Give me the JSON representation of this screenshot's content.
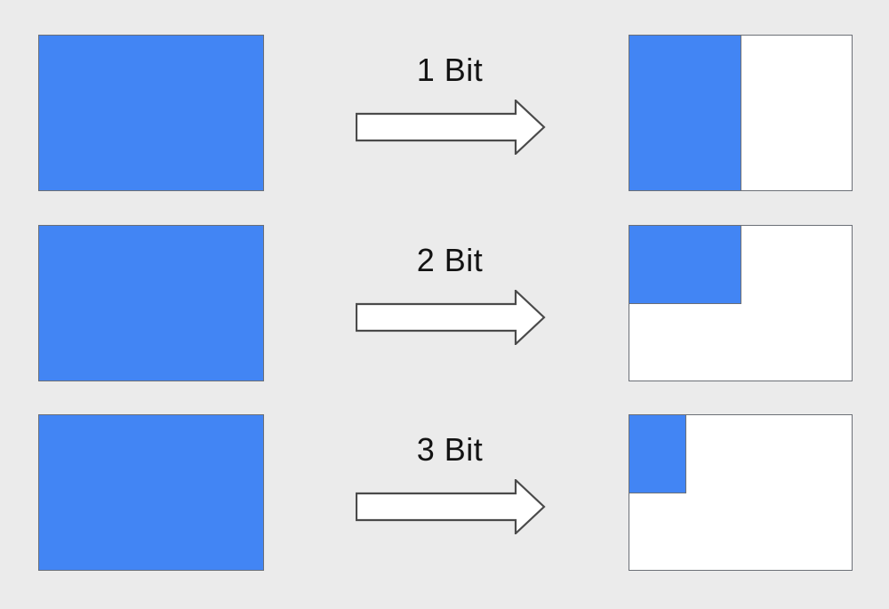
{
  "figure": {
    "background_color": "#ebebeb",
    "blue_color": "#4285f4",
    "outline_color": "#6b6f76",
    "white_color": "#ffffff"
  },
  "rows": [
    {
      "label": "1 Bit",
      "arrow_icon": "right-block-arrow-icon",
      "source": {
        "fill_fraction": "1",
        "color": "#4285f4"
      },
      "target": {
        "fill_fraction": "1/2",
        "fill_width_fraction": "1/2",
        "fill_height_fraction": "1/1"
      }
    },
    {
      "label": "2 Bit",
      "arrow_icon": "right-block-arrow-icon",
      "source": {
        "fill_fraction": "1",
        "color": "#4285f4"
      },
      "target": {
        "fill_fraction": "1/4",
        "fill_width_fraction": "1/2",
        "fill_height_fraction": "1/2"
      }
    },
    {
      "label": "3 Bit",
      "arrow_icon": "right-block-arrow-icon",
      "source": {
        "fill_fraction": "1",
        "color": "#4285f4"
      },
      "target": {
        "fill_fraction": "1/8",
        "fill_width_fraction": "1/4",
        "fill_height_fraction": "1/2"
      }
    }
  ]
}
